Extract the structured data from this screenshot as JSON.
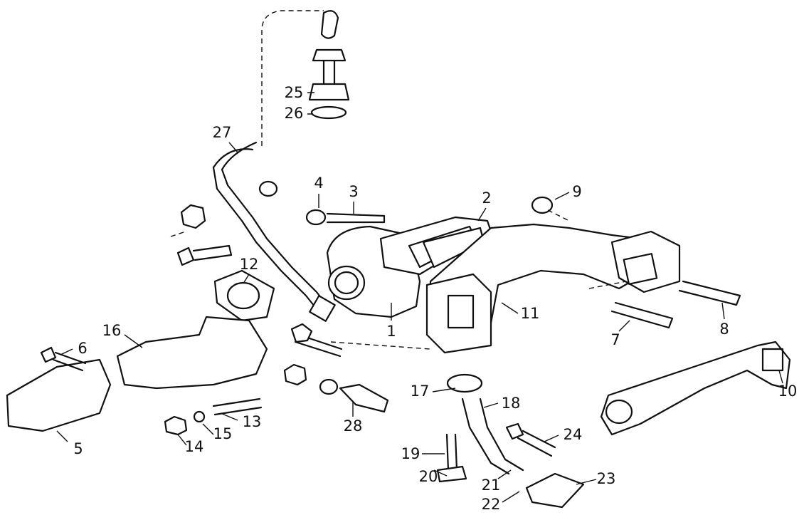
{
  "labels": {
    "1": "1",
    "2": "2",
    "3": "3",
    "4": "4",
    "5": "5",
    "6": "6",
    "7": "7",
    "8": "8",
    "9": "9",
    "10": "10",
    "11": "11",
    "12": "12",
    "13": "13",
    "14": "14",
    "15": "15",
    "16": "16",
    "17": "17",
    "18": "18",
    "19": "19",
    "20": "20",
    "21": "21",
    "22": "22",
    "23": "23",
    "24": "24",
    "25": "25",
    "26": "26",
    "27": "27",
    "28": "28"
  }
}
